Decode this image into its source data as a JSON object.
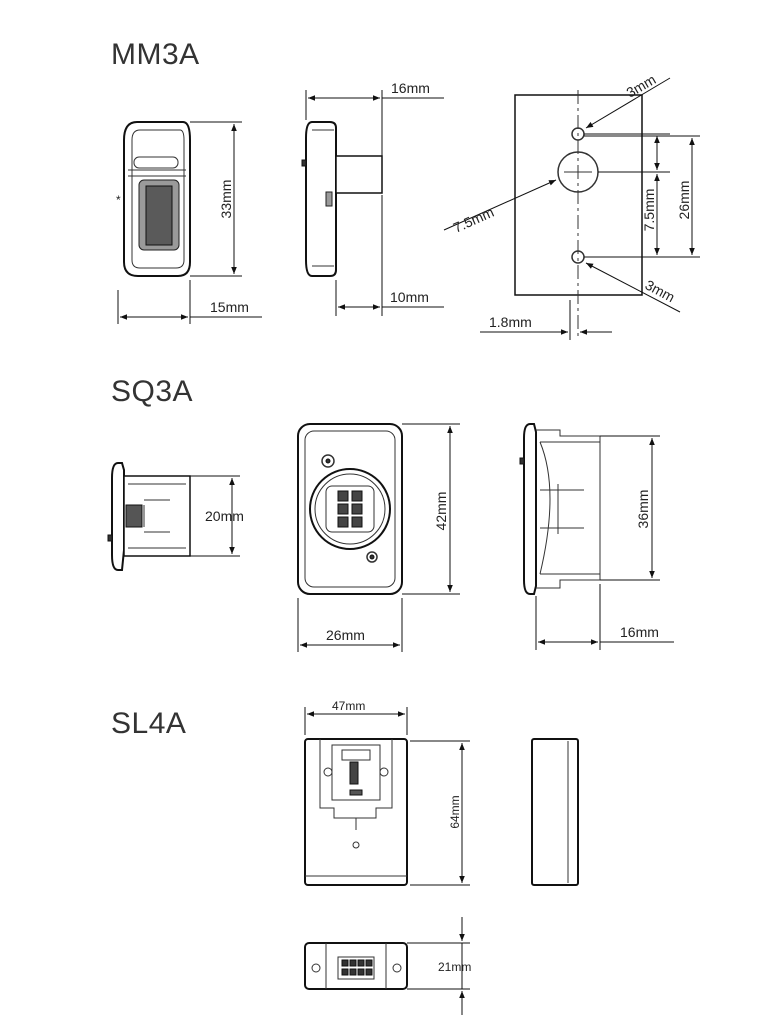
{
  "models": {
    "mm3a": "MM3A",
    "sq3a": "SQ3A",
    "sl4a": "SL4A"
  },
  "dimensions": {
    "mm3a": {
      "height": "33mm",
      "depth_front": "15mm",
      "depth_top": "16mm",
      "depth_bottom": "10mm",
      "hole_top": "3mm",
      "hole_center": "7.5mm",
      "spacing": "7.5mm",
      "total": "26mm",
      "hole_bottom": "3mm",
      "offset": "1.8mm"
    },
    "sq3a": {
      "side_height": "20mm",
      "front_height": "42mm",
      "front_width": "26mm",
      "rear_height": "36mm",
      "rear_depth": "16mm"
    },
    "sl4a": {
      "width": "47mm",
      "height": "64mm",
      "depth": "21mm"
    }
  }
}
